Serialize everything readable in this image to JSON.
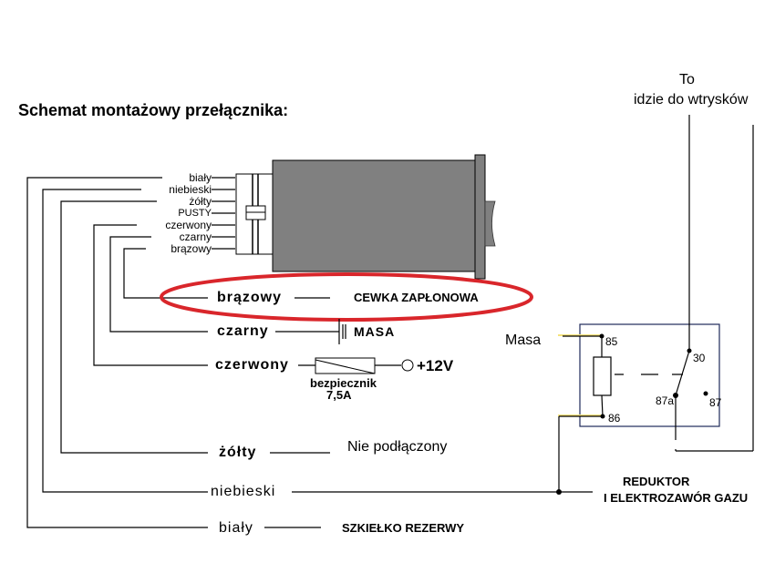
{
  "title": "Schemat montażowy przełącznika:",
  "top_right": {
    "line1": "To",
    "line2": "idzie do wtrysków"
  },
  "switch_wire_labels": [
    "biały",
    "niebieski",
    "żółty",
    "PUSTY",
    "czerwony",
    "czarny",
    "brązowy"
  ],
  "connections": {
    "brown": {
      "wire": "brązowy",
      "target": "CEWKA ZAPŁONOWA"
    },
    "black": {
      "wire": "czarny",
      "target": "MASA"
    },
    "red": {
      "wire": "czerwony",
      "fuse_label": "bezpiecznik",
      "fuse_rating": "7,5A",
      "target": "+12V"
    },
    "yellow": {
      "wire": "żółty",
      "target": "Nie podłączony"
    },
    "blue": {
      "wire": "niebieski",
      "target_line1": "REDUKTOR",
      "target_line2": "I ELEKTROZAWÓR GAZU"
    },
    "white": {
      "wire": "biały",
      "target": "SZKIEŁKO REZERWY"
    }
  },
  "relay": {
    "ground_label": "Masa",
    "pins": [
      "85",
      "86",
      "30",
      "87a",
      "87"
    ]
  },
  "colors": {
    "highlight": "#d9262b",
    "body": "#808080",
    "relay_border": "#1f2a5a",
    "lead": "#f5e27a"
  }
}
